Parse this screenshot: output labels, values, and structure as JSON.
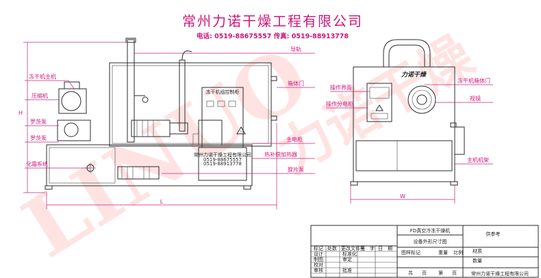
{
  "header": {
    "company": "常州力诺干燥工程有限公司",
    "contact": "电话: 0519-88675557  传真: 0519-88913778"
  },
  "watermark": "LINUO 力诺干燥",
  "labels": {
    "guide_rail": "导轨",
    "freeze_dryer": "冻干机主机",
    "compressor": "压缩机",
    "roots_pump": "罗茨泵",
    "rotary_vane_pump": "罗茨泵",
    "refrigeration_system": "化霜系统",
    "chamber_door_left": "箱体门",
    "operation_interface": "操作界面",
    "control_box": "操作分电柜",
    "main_cabinet": "主电柜",
    "heat_storage": "热补偿加热器",
    "vacuum_pump": "旋片泵",
    "door_right": "冻干机箱体门",
    "viewing_window": "视镜",
    "main_frame": "主机机架"
  },
  "panel": {
    "title": "冻干机组控制柜",
    "company": "常州力诺干燥工程有限公司",
    "phone1": "0519-88675557",
    "phone2": "0519-88913778"
  },
  "plate": {
    "brand": "力诺干燥"
  },
  "dims": {
    "height": "H",
    "length": "L",
    "width": "W"
  },
  "title_block": {
    "product": "FD真空冷冻干燥机",
    "drawing": "设备外形尺寸图",
    "for_ref": "供参考",
    "material": "材质",
    "quantity": "数量",
    "headers": [
      "标记",
      "处数",
      "更改文件号",
      "签",
      "字",
      "日",
      "期"
    ],
    "rows": [
      "设计",
      "制图",
      "校对",
      "审核"
    ],
    "std": "标准化",
    "review": "审定",
    "approve": "批准",
    "stage_mark": "图样标记",
    "weight": "重量",
    "scale": "比例",
    "sheets_total": "共",
    "sheet": "页",
    "sheet_no": "第",
    "footer_company": "常州力诺干燥工程有限公司"
  }
}
